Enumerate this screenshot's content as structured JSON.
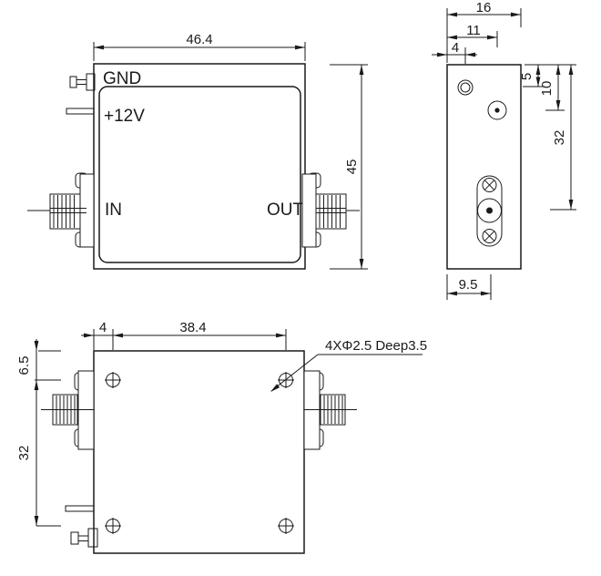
{
  "front_view": {
    "labels": {
      "gnd": "GND",
      "supply": "+12V",
      "input": "IN",
      "output": "OUT"
    },
    "dims": {
      "width": "46.4",
      "height": "45"
    }
  },
  "side_view": {
    "dims": {
      "width": "16",
      "hole2_offset_x": "11",
      "hole1_offset_x": "4",
      "hole1_offset_y": "5",
      "hole2_offset_y": "10",
      "connector_offset_y": "32",
      "connector_offset_x": "9.5"
    }
  },
  "bottom_view": {
    "dims": {
      "hole_inset_x": "4",
      "hole_pitch_x": "38.4",
      "hole_inset_y": "6.5",
      "hole_pitch_y": "32"
    },
    "hole_note": "4XΦ2.5 Deep3.5"
  },
  "colors": {
    "line": "#1a1a1a",
    "background": "#ffffff"
  }
}
